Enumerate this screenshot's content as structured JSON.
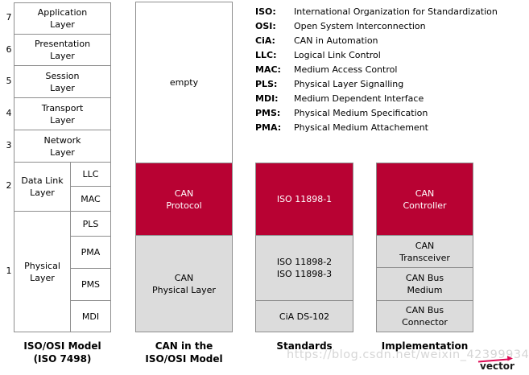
{
  "osi": {
    "numbers": [
      "7",
      "6",
      "5",
      "4",
      "3",
      "2",
      "1"
    ],
    "layers": [
      "Application\nLayer",
      "Presentation\nLayer",
      "Session\nLayer",
      "Transport\nLayer",
      "Network\nLayer"
    ],
    "datalink": {
      "label": "Data Link\nLayer",
      "subs": [
        "LLC",
        "MAC"
      ]
    },
    "physical": {
      "label": "Physical\nLayer",
      "subs": [
        "PLS",
        "PMA",
        "PMS",
        "MDI"
      ]
    },
    "caption": "ISO/OSI Model\n(ISO 7498)"
  },
  "can": {
    "empty": "empty",
    "protocol": "CAN\nProtocol",
    "physical": "CAN\nPhysical Layer",
    "caption": "CAN in the\nISO/OSI Model"
  },
  "standards": {
    "boxes": [
      "ISO 11898-1",
      "ISO 11898-2\nISO 11898-3",
      "CiA DS-102"
    ],
    "caption": "Standards"
  },
  "implementation": {
    "boxes": [
      "CAN\nController",
      "CAN\nTransceiver",
      "CAN Bus\nMedium",
      "CAN Bus\nConnector"
    ],
    "caption": "Implementation"
  },
  "legend": [
    {
      "abbr": "ISO:",
      "text": "International Organization for Standardization"
    },
    {
      "abbr": "OSI:",
      "text": "Open System Interconnection"
    },
    {
      "abbr": "CiA:",
      "text": "CAN in Automation"
    },
    {
      "abbr": "LLC:",
      "text": "Logical Link Control"
    },
    {
      "abbr": "MAC:",
      "text": "Medium Access Control"
    },
    {
      "abbr": "PLS:",
      "text": "Physical Layer Signalling"
    },
    {
      "abbr": "MDI:",
      "text": "Medium Dependent Interface"
    },
    {
      "abbr": "PMS:",
      "text": "Physical Medium Specification"
    },
    {
      "abbr": "PMA:",
      "text": "Physical Medium Attachement"
    }
  ],
  "watermark": "https://blog.csdn.net/weixin_42399934",
  "logo": {
    "text": "vector"
  },
  "colors": {
    "red": "#b80233",
    "gray_fill": "#dcdcdc",
    "border": "#8e8e8e",
    "logo_red": "#dd0b55"
  }
}
